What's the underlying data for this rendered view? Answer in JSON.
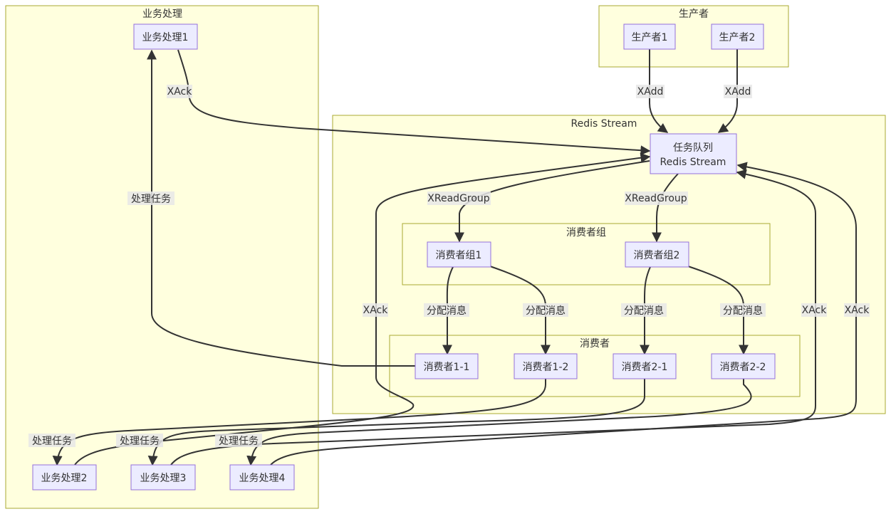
{
  "clusters": {
    "business": "业务处理",
    "producers": "生产者",
    "redis": "Redis Stream",
    "groups": "消费者组",
    "consumers": "消费者"
  },
  "nodes": {
    "biz1": "业务处理1",
    "biz2": "业务处理2",
    "biz3": "业务处理3",
    "biz4": "业务处理4",
    "prod1": "生产者1",
    "prod2": "生产者2",
    "queue_line1": "任务队列",
    "queue_line2": "Redis Stream",
    "group1": "消费者组1",
    "group2": "消费者组2",
    "c11": "消费者1-1",
    "c12": "消费者1-2",
    "c21": "消费者2-1",
    "c22": "消费者2-2"
  },
  "edge_labels": {
    "xadd1": "XAdd",
    "xadd2": "XAdd",
    "xread1": "XReadGroup",
    "xread2": "XReadGroup",
    "dist11": "分配消息",
    "dist12": "分配消息",
    "dist21": "分配消息",
    "dist22": "分配消息",
    "task1": "处理任务",
    "task2": "处理任务",
    "task3": "处理任务",
    "task4": "处理任务",
    "ack1": "XAck",
    "ack2": "XAck",
    "ack3": "XAck",
    "ack4": "XAck"
  },
  "colors": {
    "cluster_fill": "#ffffde",
    "cluster_stroke": "#aaaa33",
    "node_fill": "#ececff",
    "node_stroke": "#9370db",
    "edge": "#333333"
  }
}
